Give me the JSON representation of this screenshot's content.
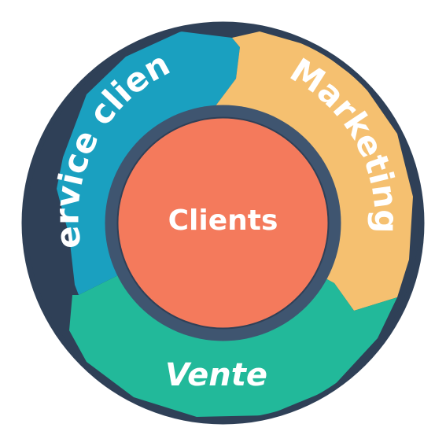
{
  "diagram": {
    "center": {
      "label": "Clients",
      "color": "#f47a5c"
    },
    "ring_color": "#3f5570",
    "outline_color": "#2f4057",
    "segments": [
      {
        "id": "marketing",
        "label": "Marketing",
        "color": "#f5c070"
      },
      {
        "id": "vente",
        "label": "Vente",
        "color": "#22b99a"
      },
      {
        "id": "service-client",
        "label": "Service client",
        "color": "#1aa0c0"
      }
    ]
  }
}
